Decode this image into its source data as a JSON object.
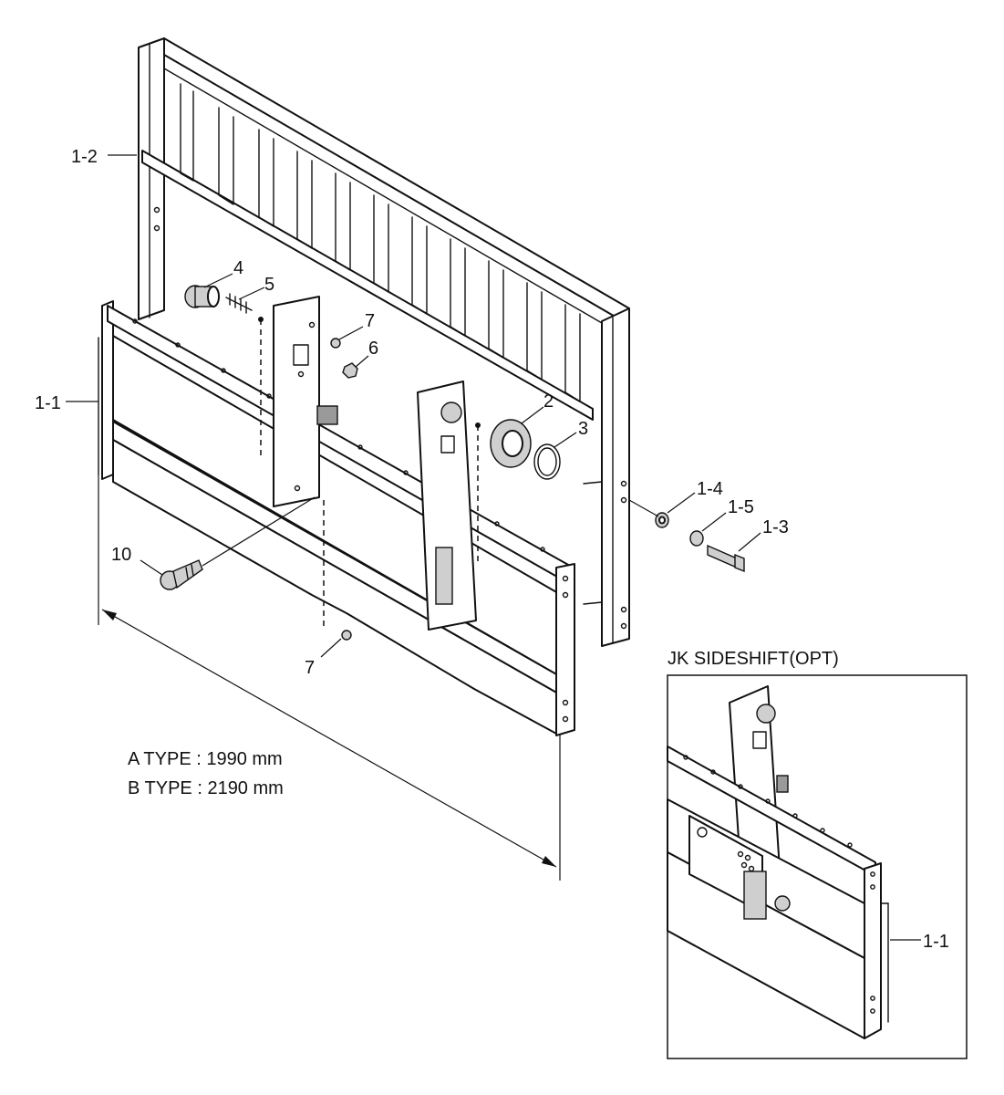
{
  "labels": {
    "p1_2": "1-2",
    "p1_1": "1-1",
    "p4": "4",
    "p5": "5",
    "p7_top": "7",
    "p6": "6",
    "p2": "2",
    "p3": "3",
    "p1_4": "1-4",
    "p1_5": "1-5",
    "p1_3": "1-3",
    "p10": "10",
    "p7_bottom": "7",
    "inset_p1_1": "1-1"
  },
  "dimension": {
    "a_type": "A TYPE : 1990 mm",
    "b_type": "B TYPE : 2190 mm"
  },
  "inset": {
    "title": "JK SIDESHIFT(OPT)"
  }
}
